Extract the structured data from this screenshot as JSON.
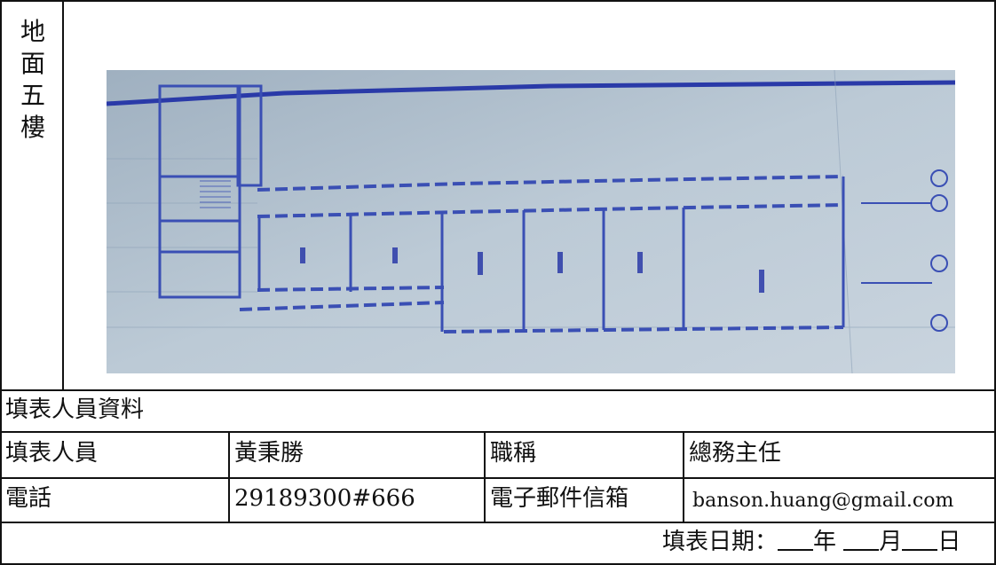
{
  "floor_label": [
    "地",
    "面",
    "五",
    "樓"
  ],
  "plan_photo": {
    "description_label": "building-floor-plan"
  },
  "section_title": "填表人員資料",
  "rows": [
    {
      "k1": "填表人員",
      "v1": "黃秉勝",
      "k2": "職稱",
      "v2": "總務主任"
    },
    {
      "k1": "電話",
      "v1": "29189300#666",
      "k2": "電子郵件信箱",
      "v2": "banson.huang@gmail.com"
    }
  ],
  "date_line": {
    "prefix": "填表日期：",
    "year": "年",
    "month": "月",
    "day": "日"
  },
  "colors": {
    "blueprint_bg": "#b8c6d4",
    "ink": "#2a3fae"
  }
}
